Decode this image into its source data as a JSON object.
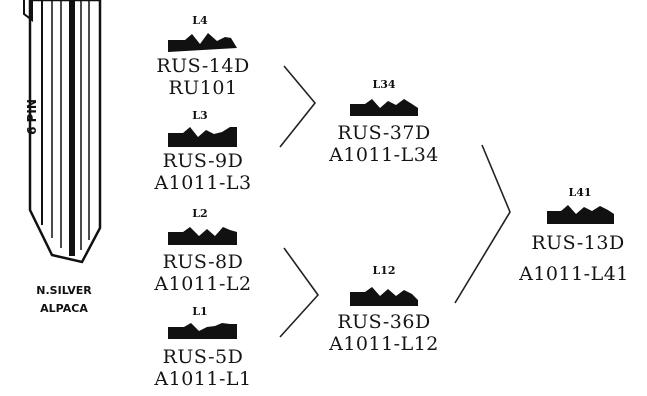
{
  "blank": {
    "pin_label": "6 PIN",
    "material_line1": "N.SILVER",
    "material_line2": "ALPACA"
  },
  "level1": [
    {
      "tag": "L4",
      "code1": "RUS-14D",
      "code2": "RU101"
    },
    {
      "tag": "L3",
      "code1": "RUS-9D",
      "code2": "A1011-L3"
    },
    {
      "tag": "L2",
      "code1": "RUS-8D",
      "code2": "A1011-L2"
    },
    {
      "tag": "L1",
      "code1": "RUS-5D",
      "code2": "A1011-L1"
    }
  ],
  "level2": [
    {
      "tag": "L34",
      "code1": "RUS-37D",
      "code2": "A1011-L34"
    },
    {
      "tag": "L12",
      "code1": "RUS-36D",
      "code2": "A1011-L12"
    }
  ],
  "level3": {
    "tag": "L41",
    "code1": "RUS-13D",
    "code2": "A1011-L41"
  }
}
